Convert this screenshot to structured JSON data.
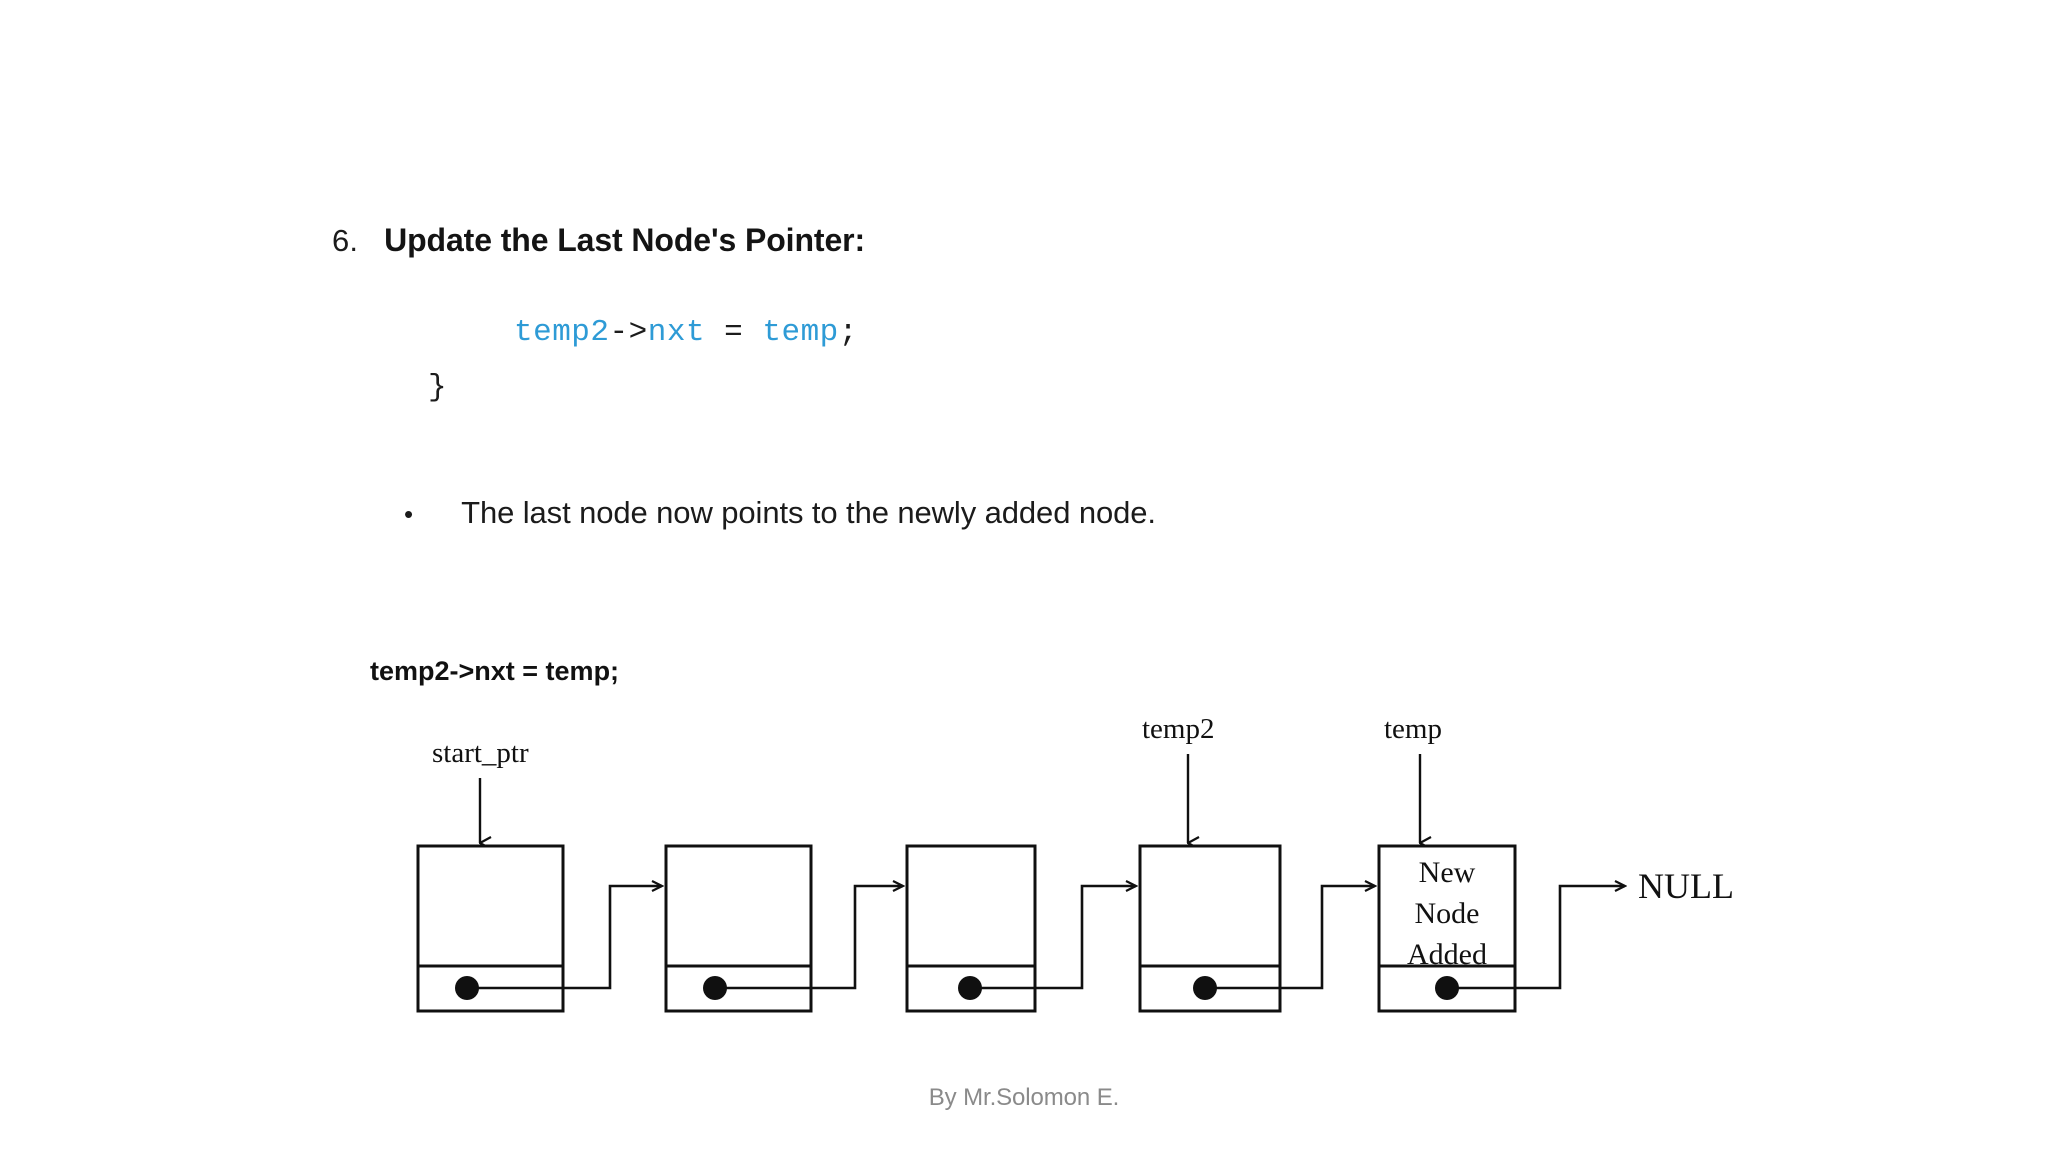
{
  "slide": {
    "heading": {
      "number": "6.",
      "title": "Update the Last Node's Pointer:"
    },
    "code_block": {
      "line": {
        "ident1": "temp2",
        "arrow": "->",
        "ident2": "nxt",
        "equals": " = ",
        "ident3": "temp",
        "semicolon": ";"
      },
      "closing_brace": "}"
    },
    "bullets": [
      {
        "marker": "•",
        "text": "The last node now points to the newly added node."
      }
    ],
    "diagram": {
      "caption": "temp2->nxt = temp;",
      "pointer_labels": [
        {
          "name": "start_ptr",
          "target_node": 0
        },
        {
          "name": "temp2",
          "target_node": 3
        },
        {
          "name": "temp",
          "target_node": 4
        }
      ],
      "nodes": [
        {
          "index": 0,
          "label": ""
        },
        {
          "index": 1,
          "label": ""
        },
        {
          "index": 2,
          "label": ""
        },
        {
          "index": 3,
          "label": ""
        },
        {
          "index": 4,
          "label": "New\nNode\nAdded",
          "label_lines": [
            "New",
            "Node",
            "Added"
          ]
        }
      ],
      "terminator": "NULL",
      "node_count": 5
    },
    "footer": "By Mr.Solomon E."
  },
  "colors": {
    "background": "#ffffff",
    "text": "#1b1b1b",
    "code_identifier": "#2e9bd6",
    "code_operator": "#1c1c1c",
    "diagram_stroke": "#101010",
    "footer_text": "#8a8a8a"
  }
}
